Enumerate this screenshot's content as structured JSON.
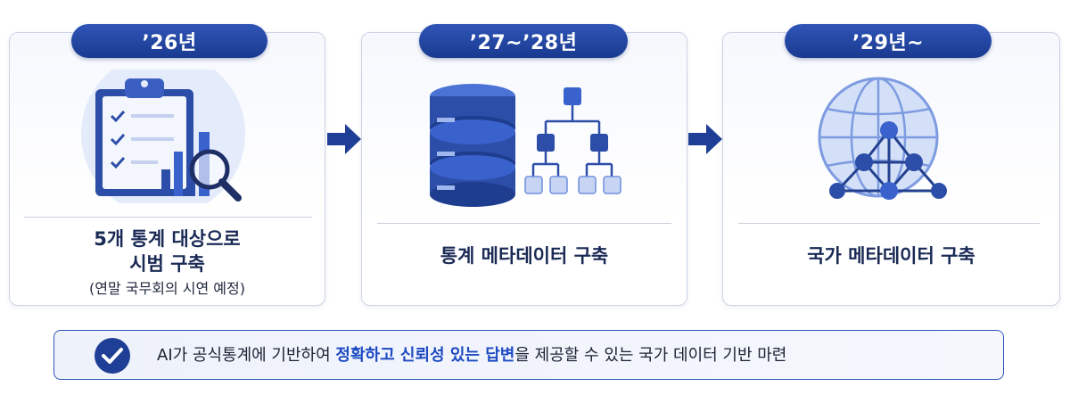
{
  "stages": [
    {
      "period": "’26년",
      "title_line1": "5개 통계 대상으로",
      "title_line2": "시범 구축",
      "note": "(연말 국무회의 시연 예정)",
      "icon": "clipboard-chart-magnifier-icon"
    },
    {
      "period": "’27~’28년",
      "title": "통계 메타데이터 구축",
      "icon": "database-hierarchy-icon"
    },
    {
      "period": "’29년~",
      "title": "국가 메타데이터 구축",
      "icon": "globe-network-icon"
    }
  ],
  "banner": {
    "icon": "check-circle-icon",
    "text_before": "AI가 공식통계에 기반하여 ",
    "text_highlight": "정확하고 신뢰성 있는 답변",
    "text_after": "을 제공할 수 있는 국가 데이터 기반 마련"
  },
  "colors": {
    "primary": "#1a3a8f",
    "accent": "#2f55b8",
    "highlight_text": "#1e4bc2",
    "card_border": "#cdd3e4"
  }
}
